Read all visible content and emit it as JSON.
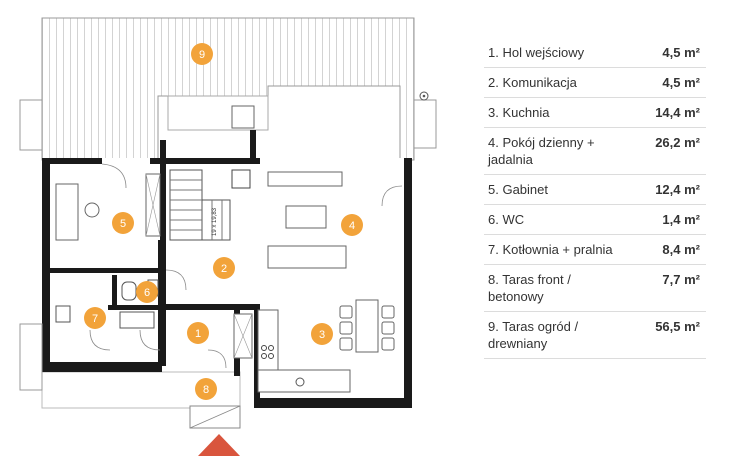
{
  "plan": {
    "room_badges": [
      {
        "num": "9"
      },
      {
        "num": "5"
      },
      {
        "num": "4"
      },
      {
        "num": "2"
      },
      {
        "num": "6"
      },
      {
        "num": "7"
      },
      {
        "num": "1"
      },
      {
        "num": "3"
      },
      {
        "num": "8"
      }
    ],
    "stair_label": "19 x 19,83",
    "colors": {
      "badge": "#f2a33a",
      "wall": "#1a1a1a",
      "entrance_arrow": "#d9553d"
    }
  },
  "rooms": [
    {
      "label": "1. Hol wejściowy",
      "area": "4,5 m²"
    },
    {
      "label": "2. Komunikacja",
      "area": "4,5 m²"
    },
    {
      "label": "3. Kuchnia",
      "area": "14,4 m²"
    },
    {
      "label": "4. Pokój dzienny + jadalnia",
      "area": "26,2 m²"
    },
    {
      "label": "5. Gabinet",
      "area": "12,4 m²"
    },
    {
      "label": "6. WC",
      "area": "1,4 m²"
    },
    {
      "label": "7. Kotłownia + pralnia",
      "area": "8,4 m²"
    },
    {
      "label": "8. Taras front / betonowy",
      "area": "7,7 m²"
    },
    {
      "label": "9. Taras ogród / drewniany",
      "area": "56,5 m²"
    }
  ]
}
